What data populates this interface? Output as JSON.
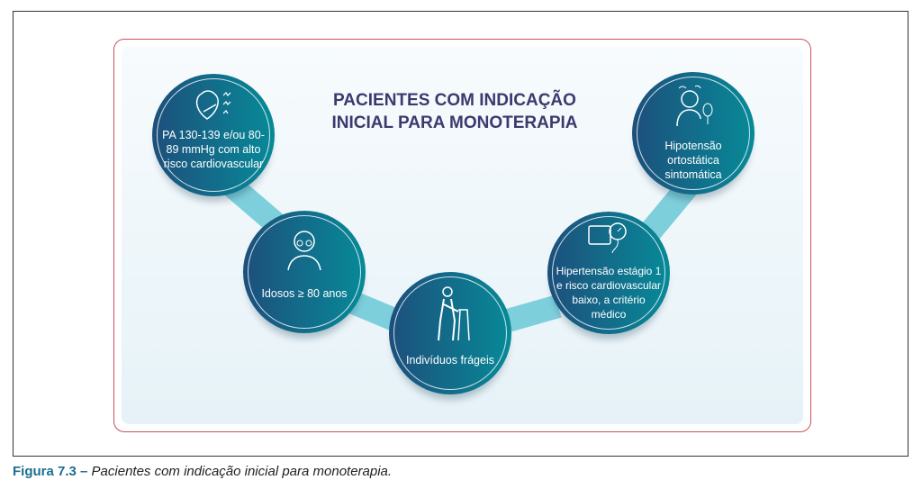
{
  "title": [
    "PACIENTES COM INDICAÇÃO",
    "INICIAL PARA MONOTERAPIA"
  ],
  "nodes": [
    {
      "label": "PA 130-139 e/ou 80-89 mmHg com alto risco cardiovascular",
      "icon": "heart-icon"
    },
    {
      "label": "Idosos ≥ 80 anos",
      "icon": "elderly-person-icon"
    },
    {
      "label": "Indivíduos frágeis",
      "icon": "walker-icon"
    },
    {
      "label": "Hipertensão estágio 1 e risco cardiovascular baixo, a critério médico",
      "icon": "blood-pressure-monitor-icon"
    },
    {
      "label": "Hipotensão ortostática sintomática",
      "icon": "dizzy-person-icon"
    }
  ],
  "caption": {
    "figure": "Figura 7.3 –",
    "text": "Pacientes com indicação inicial para monoterapia."
  },
  "colors": {
    "circle_start": "#1d4f7c",
    "circle_end": "#078a98",
    "connector": "#7ecfdc",
    "title": "#3a3a6e",
    "card_border": "#c9505e"
  }
}
